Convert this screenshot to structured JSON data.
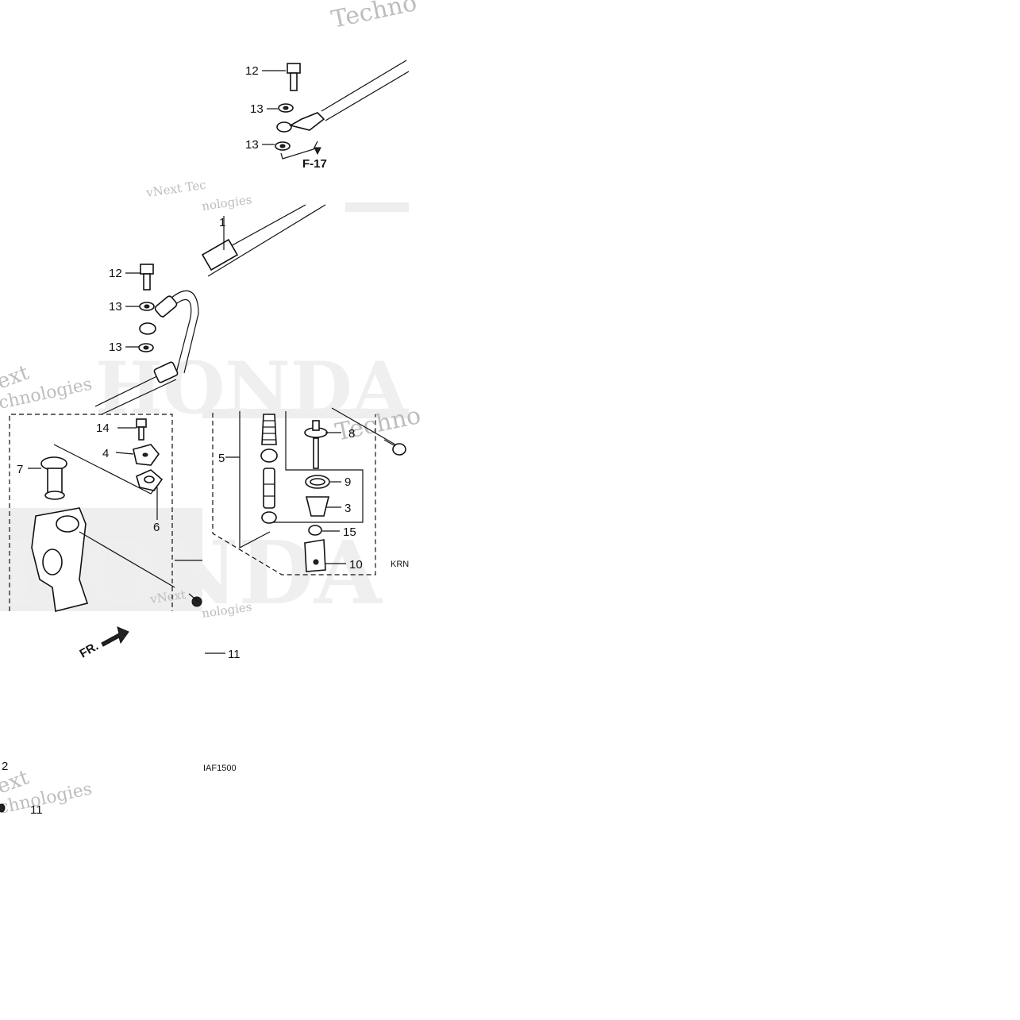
{
  "labels": {
    "p1": "1",
    "p2": "2",
    "p3": "3",
    "p4": "4",
    "p5": "5",
    "p6": "6",
    "p7": "7",
    "p8": "8",
    "p9": "9",
    "p10": "10",
    "p11a": "11",
    "p11b": "11",
    "p12a": "12",
    "p12b": "12",
    "p13a": "13",
    "p13b": "13",
    "p13c": "13",
    "p13d": "13",
    "p14": "14",
    "p15": "15"
  },
  "refs": {
    "f17": "F-17",
    "fr": "FR.",
    "code_left": "IAF1500",
    "code_right": "KRN"
  },
  "watermarks": {
    "techno_top": "Techno",
    "vnext_1": "vNext Tec",
    "vnext_1b": "nologies",
    "vnext_2": "vNext",
    "vnext_2b": "nologies",
    "next_left": "ext",
    "tech_left": "chnologies",
    "techno_mid": "Techno",
    "next_bottom": "ext",
    "tech_bottom": "chnologies",
    "brand": "HONDA"
  }
}
